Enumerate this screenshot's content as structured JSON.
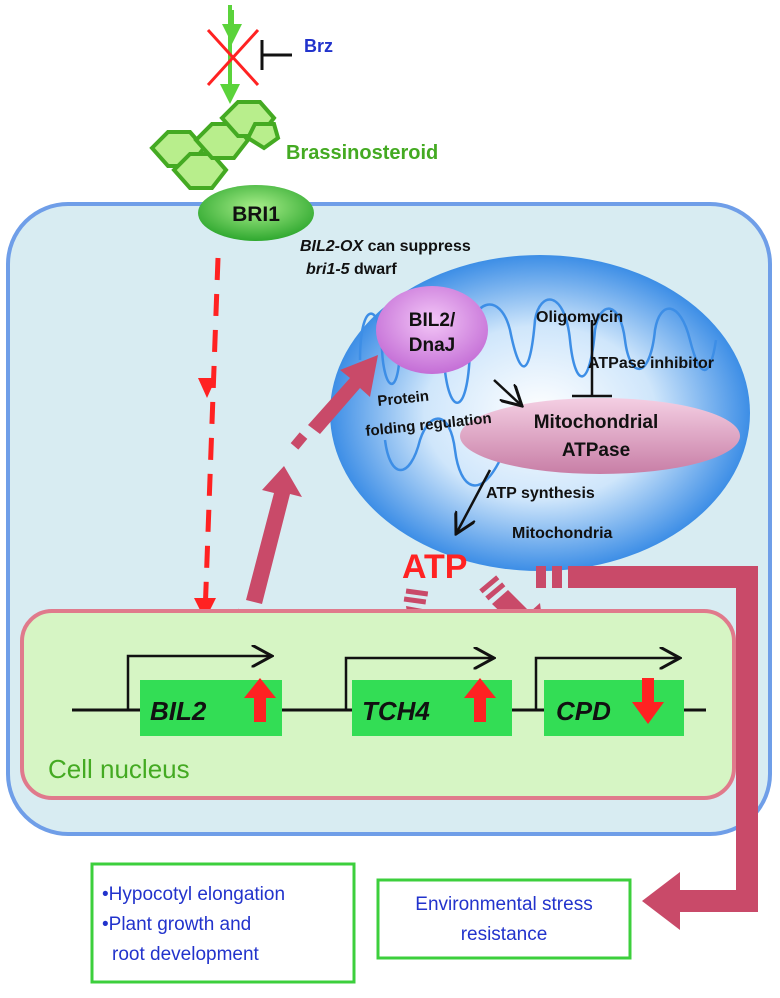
{
  "labels": {
    "brz": "Brz",
    "brassinosteroid": "Brassinosteroid",
    "bri1": "BRI1",
    "bil2ox_part1": "BIL2-OX",
    "bil2ox_part2": "can suppress",
    "bri15_part1": "bri1-5",
    "bri15_part2": "dwarf",
    "bil2_dnaj_line1": "BIL2/",
    "bil2_dnaj_line2": "DnaJ",
    "oligomycin": "Oligomycin",
    "atpase_inhibitor": "ATPase inhibitor",
    "protein": "Protein",
    "folding_regulation": "folding regulation",
    "mito_atpase_line1": "Mitochondrial",
    "mito_atpase_line2": "ATPase",
    "atp_synthesis": "ATP synthesis",
    "mitochondria": "Mitochondria",
    "atp": "ATP",
    "cell_nucleus": "Cell nucleus"
  },
  "genes": [
    {
      "name": "BIL2",
      "regulation": "up"
    },
    {
      "name": "TCH4",
      "regulation": "up"
    },
    {
      "name": "CPD",
      "regulation": "down"
    }
  ],
  "outcomes": {
    "growth": [
      "•Hypocotyl elongation",
      "•Plant growth and",
      "root development"
    ],
    "stress": [
      "Environmental stress",
      "resistance"
    ]
  },
  "colors": {
    "cell_fill": "#d8ecf2",
    "cell_border": "#6f9ee8",
    "nucleus_fill": "#d6f5c4",
    "nucleus_border": "#e07a8c",
    "gene_box": "#33dd55",
    "big_arrow": "#c94a69",
    "red": "#ff2222",
    "brz_blue": "#2233cc",
    "green_text": "#44aa22"
  }
}
